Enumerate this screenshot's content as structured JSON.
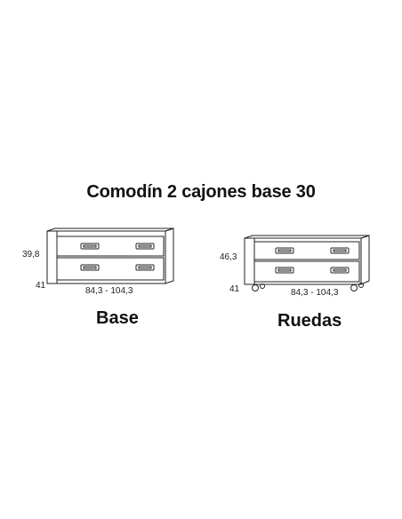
{
  "title": "Comodín 2 cajones base 30",
  "variants": [
    {
      "caption": "Base",
      "height": "39,8",
      "depth": "41",
      "width": "84,3 - 104,3"
    },
    {
      "caption": "Ruedas",
      "height": "46,3",
      "depth": "41",
      "width": "84,3 - 104,3"
    }
  ]
}
